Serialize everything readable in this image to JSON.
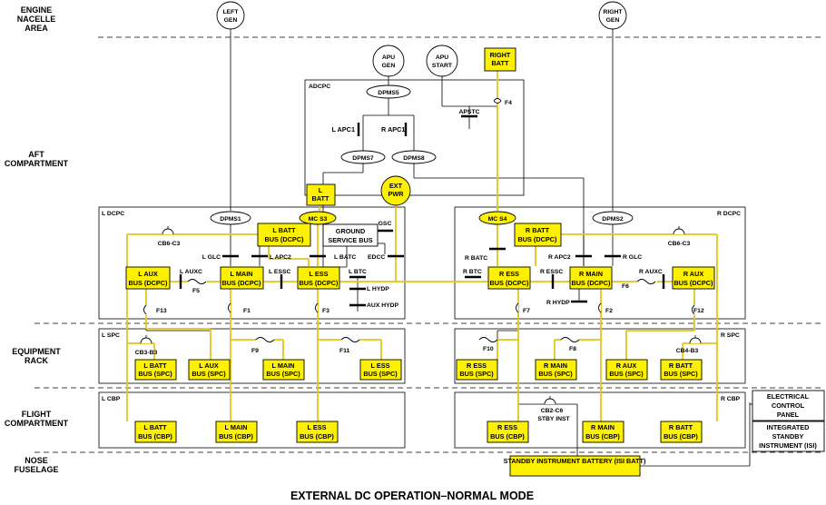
{
  "title": "EXTERNAL DC OPERATION–NORMAL MODE",
  "colors": {
    "energized": "#fdf000",
    "wire_live": "#e2c61a",
    "line": "#000000"
  },
  "zones": {
    "engine_nacelle": [
      "ENGINE",
      "NACELLE",
      "AREA"
    ],
    "aft": [
      "AFT",
      "COMPARTMENT"
    ],
    "equipment": [
      "EQUIPMENT",
      "RACK"
    ],
    "flight": [
      "FLIGHT",
      "COMPARTMENT"
    ],
    "nose": [
      "NOSE",
      "FUSELAGE"
    ]
  },
  "panels": {
    "adcpc": "ADCPC",
    "l_dcpc": "L DCPC",
    "r_dcpc": "R DCPC",
    "l_spc": "L SPC",
    "r_spc": "R SPC",
    "l_cbp": "L CBP",
    "r_cbp": "R CBP"
  },
  "sources": {
    "left_gen": [
      "LEFT",
      "GEN"
    ],
    "right_gen": [
      "RIGHT",
      "GEN"
    ],
    "apu_gen": [
      "APU",
      "GEN"
    ],
    "apu_start": [
      "APU",
      "START"
    ],
    "right_batt": [
      "RIGHT",
      "BATT"
    ],
    "l_batt": [
      "L",
      "BATT"
    ],
    "ext_pwr": [
      "EXT",
      "PWR"
    ]
  },
  "nodes": {
    "dpms5": "DPMS5",
    "dpms7": "DPMS7",
    "dpms8": "DPMS8",
    "dpms1": "DPMS1",
    "dpms2": "DPMS2",
    "mc_s3": "MC S3",
    "mc_s4": "MC S4"
  },
  "buses": {
    "l_batt_dcpc": [
      "L BATT",
      "BUS (DCPC)"
    ],
    "l_aux_dcpc": [
      "L AUX",
      "BUS (DCPC)"
    ],
    "l_main_dcpc": [
      "L MAIN",
      "BUS (DCPC)"
    ],
    "l_ess_dcpc": [
      "L ESS",
      "BUS (DCPC)"
    ],
    "ground_service": [
      "GROUND",
      "SERVICE BUS"
    ],
    "r_batt_dcpc": [
      "R BATT",
      "BUS (DCPC)"
    ],
    "r_ess_dcpc": [
      "R ESS",
      "BUS (DCPC)"
    ],
    "r_main_dcpc": [
      "R MAIN",
      "BUS (DCPC)"
    ],
    "r_aux_dcpc": [
      "R AUX",
      "BUS (DCPC)"
    ],
    "l_batt_spc": [
      "L BATT",
      "BUS (SPC)"
    ],
    "l_aux_spc": [
      "L AUX",
      "BUS (SPC)"
    ],
    "l_main_spc": [
      "L MAIN",
      "BUS (SPC)"
    ],
    "l_ess_spc": [
      "L ESS",
      "BUS (SPC)"
    ],
    "r_ess_spc": [
      "R ESS",
      "BUS (SPC)"
    ],
    "r_main_spc": [
      "R MAIN",
      "BUS (SPC)"
    ],
    "r_aux_spc": [
      "R AUX",
      "BUS (SPC)"
    ],
    "r_batt_spc": [
      "R BATT",
      "BUS (SPC)"
    ],
    "l_batt_cbp": [
      "L BATT",
      "BUS (CBP)"
    ],
    "l_main_cbp": [
      "L MAIN",
      "BUS (CBP)"
    ],
    "l_ess_cbp": [
      "L ESS",
      "BUS (CBP)"
    ],
    "r_ess_cbp": [
      "R ESS",
      "BUS (CBP)"
    ],
    "r_main_cbp": [
      "R MAIN",
      "BUS (CBP)"
    ],
    "r_batt_cbp": [
      "R BATT",
      "BUS (CBP)"
    ],
    "stby_batt": "STANDBY INSTRUMENT BATTERY (ISI BATT)",
    "ecp": [
      "ELECTRICAL",
      "CONTROL",
      "PANEL"
    ],
    "isi": [
      "INTEGRATED",
      "STANDBY",
      "INSTRUMENT (ISI)"
    ]
  },
  "contactors": {
    "apstc": "APSTC",
    "l_apc1": "L APC1",
    "r_apc1": "R APC1",
    "gsc": "GSC",
    "l_glc": "L GLC",
    "l_apc2": "L APC2",
    "l_batc": "L BATC",
    "edcc": "EDCC",
    "l_auxc": "L AUXC",
    "l_essc": "L ESSC",
    "l_btc": "L BTC",
    "l_hydp": "L HYDP",
    "aux_hydp": "AUX HYDP",
    "r_batc": "R BATC",
    "r_apc2": "R APC2",
    "r_glc": "R GLC",
    "r_btc": "R BTC",
    "r_essc": "R ESSC",
    "r_auxc": "R AUXC",
    "r_hydp": "R HYDP"
  },
  "breakers": {
    "cb6_c3_l": "CB6-C3",
    "cb6_c3_r": "CB6-C3",
    "cb3_b3": "CB3-B3",
    "cb4_b3": "CB4-B3",
    "cb2_c6": "CB2-C6",
    "stby_inst": "STBY INST"
  },
  "fuses": {
    "f1": "F1",
    "f2": "F2",
    "f3": "F3",
    "f4": "F4",
    "f5": "F5",
    "f6": "F6",
    "f7": "F7",
    "f8": "F8",
    "f9": "F9",
    "f10": "F10",
    "f11": "F11",
    "f12": "F12",
    "f13": "F13"
  }
}
